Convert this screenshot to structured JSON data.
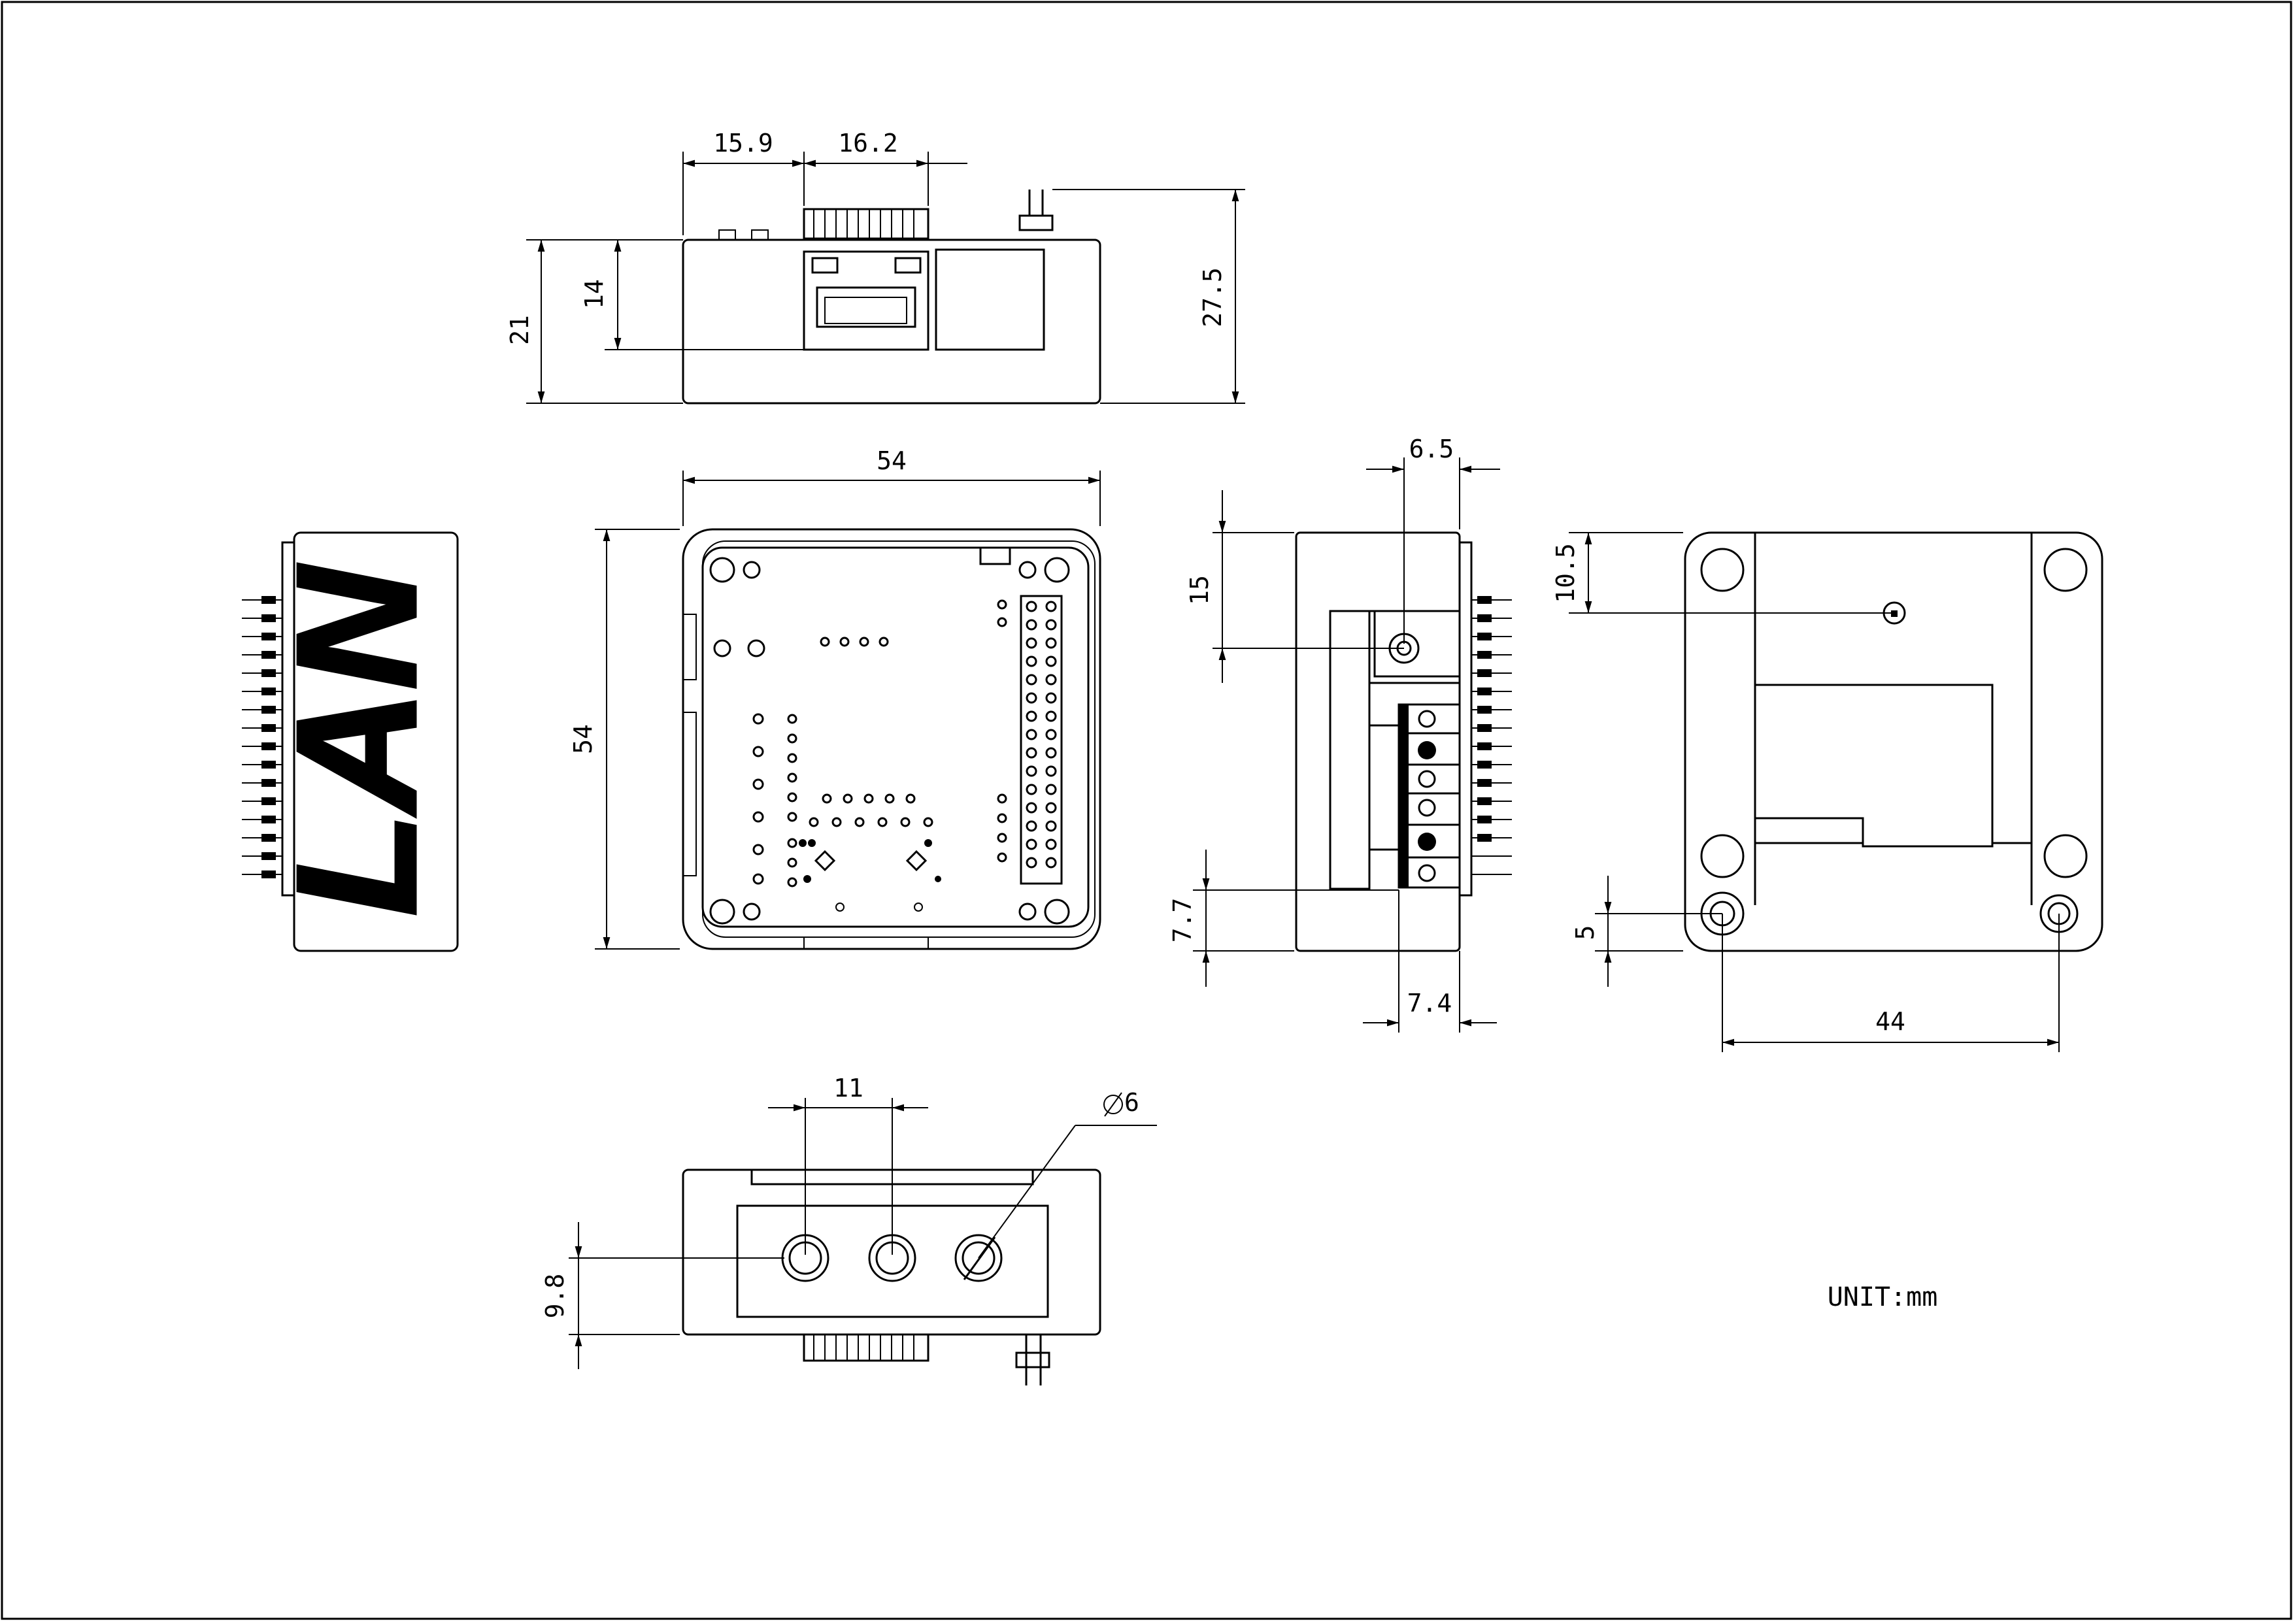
{
  "drawing": {
    "unit_note": "UNIT:mm",
    "logo_text": "LAN",
    "dimensions": {
      "top_width_left": "15.9",
      "top_width_right": "16.2",
      "top_height_total": "21",
      "top_height_port": "14",
      "top_height_pins": "27.5",
      "front_width": "54",
      "front_height": "54",
      "side_offset_top": "6.5",
      "side_height": "15",
      "side_bottom": "7.7",
      "side_bottom_width": "7.4",
      "back_top": "10.5",
      "back_bottom": "5",
      "back_holes_spacing": "44",
      "bottom_spacing": "11",
      "bottom_diameter": "6",
      "bottom_height": "9.8"
    }
  }
}
